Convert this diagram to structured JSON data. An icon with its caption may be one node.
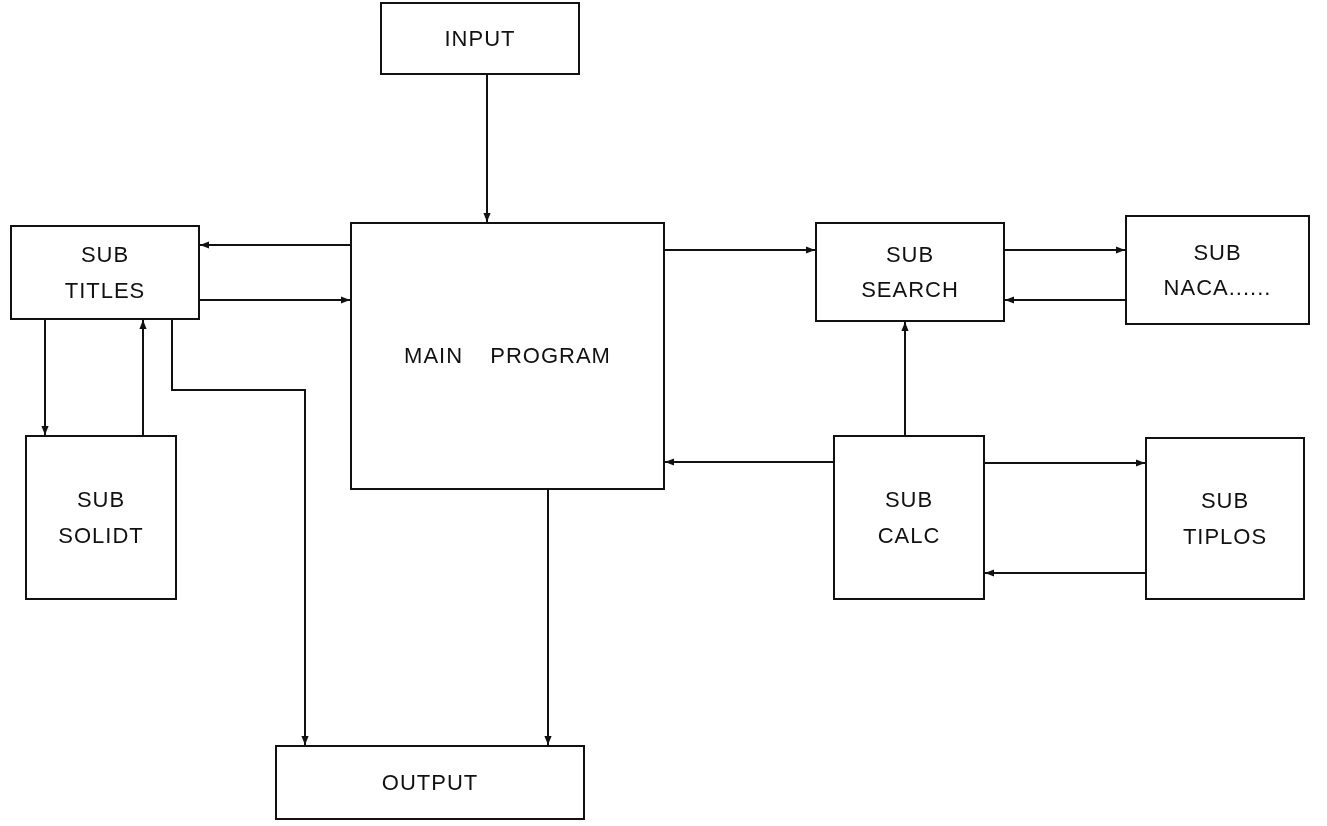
{
  "diagram": {
    "nodes": [
      {
        "text": [
          "INPUT"
        ]
      },
      {
        "text": [
          "SUB TITLES"
        ]
      },
      {
        "text": [
          "MAIN PROGRAM"
        ]
      },
      {
        "text": [
          "SUB SEARCH"
        ]
      },
      {
        "text": [
          "SUB NACA......"
        ]
      },
      {
        "text": [
          "SUB SOLIDT"
        ]
      },
      {
        "text": [
          "SUB CALC"
        ]
      },
      {
        "text": [
          "SUB TIPLOS"
        ]
      },
      {
        "text": [
          "OUTPUT"
        ]
      }
    ],
    "edges": [
      {
        "from": 0,
        "to": 2,
        "arrow": "to"
      },
      {
        "from": 2,
        "to": 1,
        "arrow": "to"
      },
      {
        "from": 1,
        "to": 2,
        "arrow": "to"
      },
      {
        "from": 1,
        "to": 5,
        "arrow": "to"
      },
      {
        "from": 5,
        "to": 1,
        "arrow": "to"
      },
      {
        "from": 1,
        "to": 8,
        "arrow": "to"
      },
      {
        "from": 2,
        "to": 8,
        "arrow": "to"
      },
      {
        "from": 2,
        "to": 3,
        "arrow": "to"
      },
      {
        "from": 3,
        "to": 4,
        "arrow": "to"
      },
      {
        "from": 4,
        "to": 3,
        "arrow": "to"
      },
      {
        "from": 6,
        "to": 3,
        "arrow": "to"
      },
      {
        "from": 6,
        "to": 2,
        "arrow": "to"
      },
      {
        "from": 6,
        "to": 7,
        "arrow": "to"
      },
      {
        "from": 7,
        "to": 6,
        "arrow": "to"
      }
    ]
  }
}
